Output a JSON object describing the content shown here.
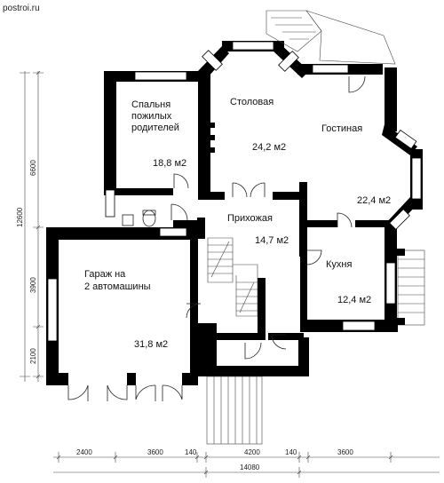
{
  "watermark": "postroi.ru",
  "rooms": [
    {
      "id": "bedroom",
      "lines": [
        "Спальня",
        "пожилых",
        "родителей"
      ],
      "area": "18,8 м2"
    },
    {
      "id": "dining",
      "lines": [
        "Столовая"
      ],
      "area": "24,2 м2"
    },
    {
      "id": "living",
      "lines": [
        "Гостиная"
      ],
      "area": "22,4 м2"
    },
    {
      "id": "hall",
      "lines": [
        "Прихожая"
      ],
      "area": "14,7 м2"
    },
    {
      "id": "kitchen",
      "lines": [
        "Кухня"
      ],
      "area": "12,4 м2"
    },
    {
      "id": "garage",
      "lines": [
        "Гараж на",
        "2 автомашины"
      ],
      "area": "31,8 м2"
    }
  ],
  "dimensions": {
    "bottom": [
      "2400",
      "3600",
      "140",
      "4200",
      "140",
      "3600"
    ],
    "bottom_total": "14080",
    "left": [
      "6600",
      "12600",
      "3900",
      "2100"
    ]
  }
}
